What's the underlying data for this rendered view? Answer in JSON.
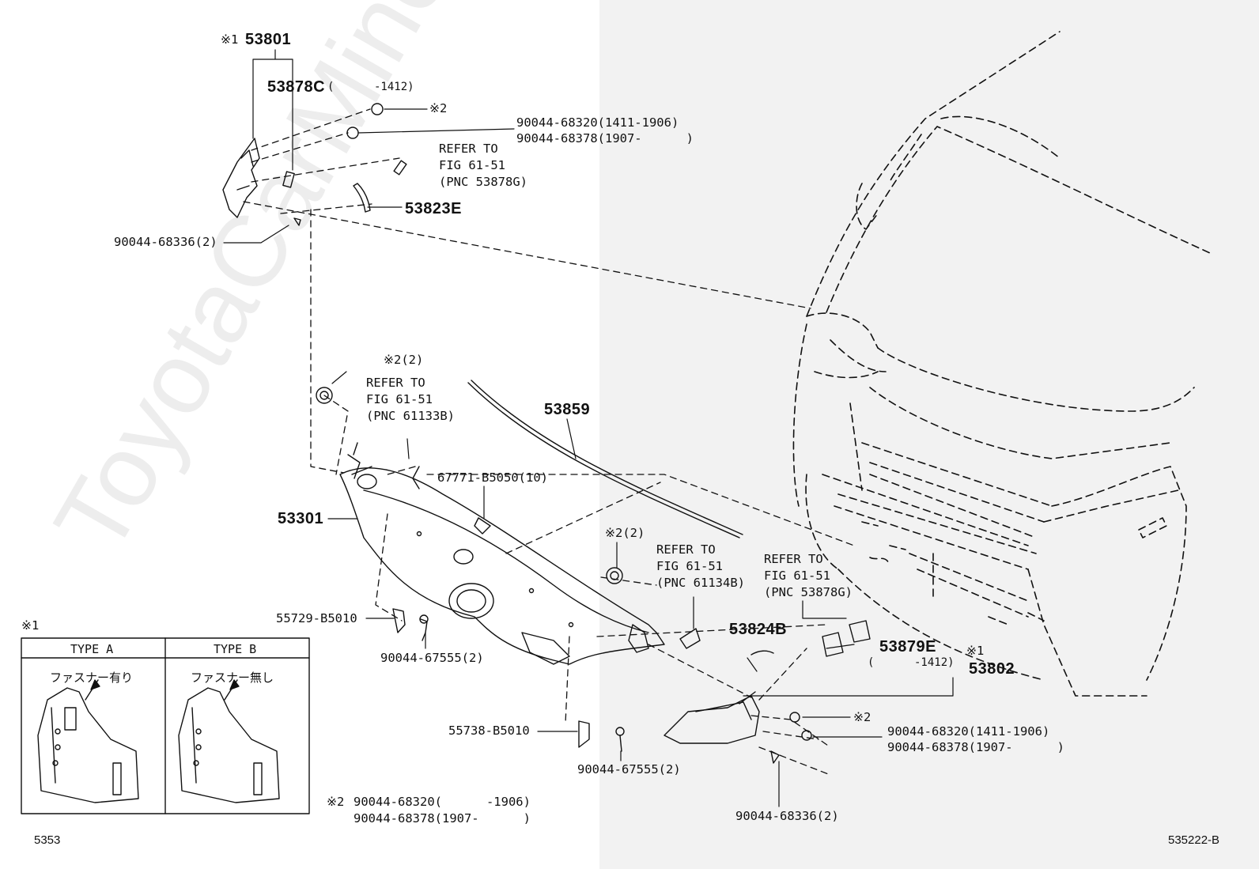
{
  "watermark": "ToyotaCarMine.ru",
  "figure_code": "5353",
  "figure_ref": "535222-B",
  "note1_mark": "※1",
  "type_a": {
    "title": "TYPE A",
    "caption": "ファスナー有り"
  },
  "type_b": {
    "title": "TYPE B",
    "caption": "ファスナー無し"
  },
  "footnote2": {
    "mark": "※2",
    "line1": "90044-68320(      -1906)",
    "line2": "90044-68378(1907-      )"
  },
  "parts": {
    "p53801_mark": "※1",
    "p53801": "53801",
    "p53878C": "53878C",
    "p53878C_range": "(      -1412)",
    "clip_mark_top": "※2",
    "clip_top_1": "90044-68320(1411-1906)",
    "clip_top_2": "90044-68378(1907-      )",
    "refer_top_1": "REFER TO",
    "refer_top_2": "FIG 61-51",
    "refer_top_3": "(PNC 53878G)",
    "p53823E": "53823E",
    "p90044_68336_top": "90044-68336(2)",
    "clip_mark_mid": "※2(2)",
    "refer_mid_1": "REFER TO",
    "refer_mid_2": "FIG 61-51",
    "refer_mid_3": "(PNC 61133B)",
    "p53859": "53859",
    "p67771": "67771-B5050(10)",
    "p53301": "53301",
    "clip_mark_right": "※2(2)",
    "refer_right_1": "REFER TO",
    "refer_right_2": "FIG 61-51",
    "refer_right_3": "(PNC 61134B)",
    "refer_far_1": "REFER TO",
    "refer_far_2": "FIG 61-51",
    "refer_far_3": "(PNC 53878G)",
    "p55729": "55729-B5010",
    "p90044_67555_a": "90044-67555(2)",
    "p53824B": "53824B",
    "p53879E": "53879E",
    "p53879E_range": "(      -1412)",
    "p53802_mark": "※1",
    "p53802": "53802",
    "p55738": "55738-B5010",
    "p90044_67555_b": "90044-67555(2)",
    "clip_mark_low": "※2",
    "clip_low_1": "90044-68320(1411-1906)",
    "clip_low_2": "90044-68378(1907-      )",
    "p90044_68336_low": "90044-68336(2)"
  }
}
